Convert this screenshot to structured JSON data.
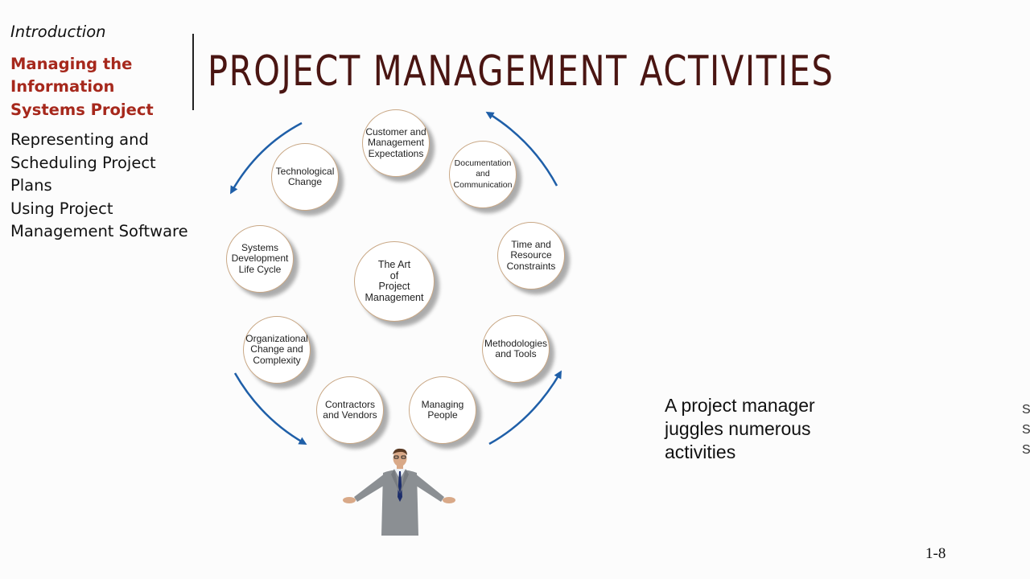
{
  "sidebar": {
    "items": [
      {
        "label": "Introduction",
        "state": "normal"
      },
      {
        "label": "Managing the Information Systems Project",
        "state": "active"
      },
      {
        "label": "Representing and Scheduling Project Plans",
        "state": "normal"
      },
      {
        "label": "Using Project Management Software",
        "state": "normal"
      }
    ]
  },
  "slide": {
    "title": "PROJECT MANAGEMENT ACTIVITIES",
    "caption": "A project manager\njuggles numerous\nactivities",
    "page_number": "1-8"
  },
  "diagram": {
    "center": "The Art\nof\nProject\nManagement",
    "nodes": [
      "Customer and\nManagement\nExpectations",
      "Documentation\nand\nCommunication",
      "Time and\nResource\nConstraints",
      "Methodologies\nand Tools",
      "Managing\nPeople",
      "Contractors\nand Vendors",
      "Organizational\nChange and\nComplexity",
      "Systems\nDevelopment\nLife Cycle",
      "Technological\nChange"
    ]
  },
  "colors": {
    "title": "#4a1512",
    "active_nav": "#a6281c",
    "arrow": "#1f5fa8",
    "node_border": "#c9a886"
  }
}
